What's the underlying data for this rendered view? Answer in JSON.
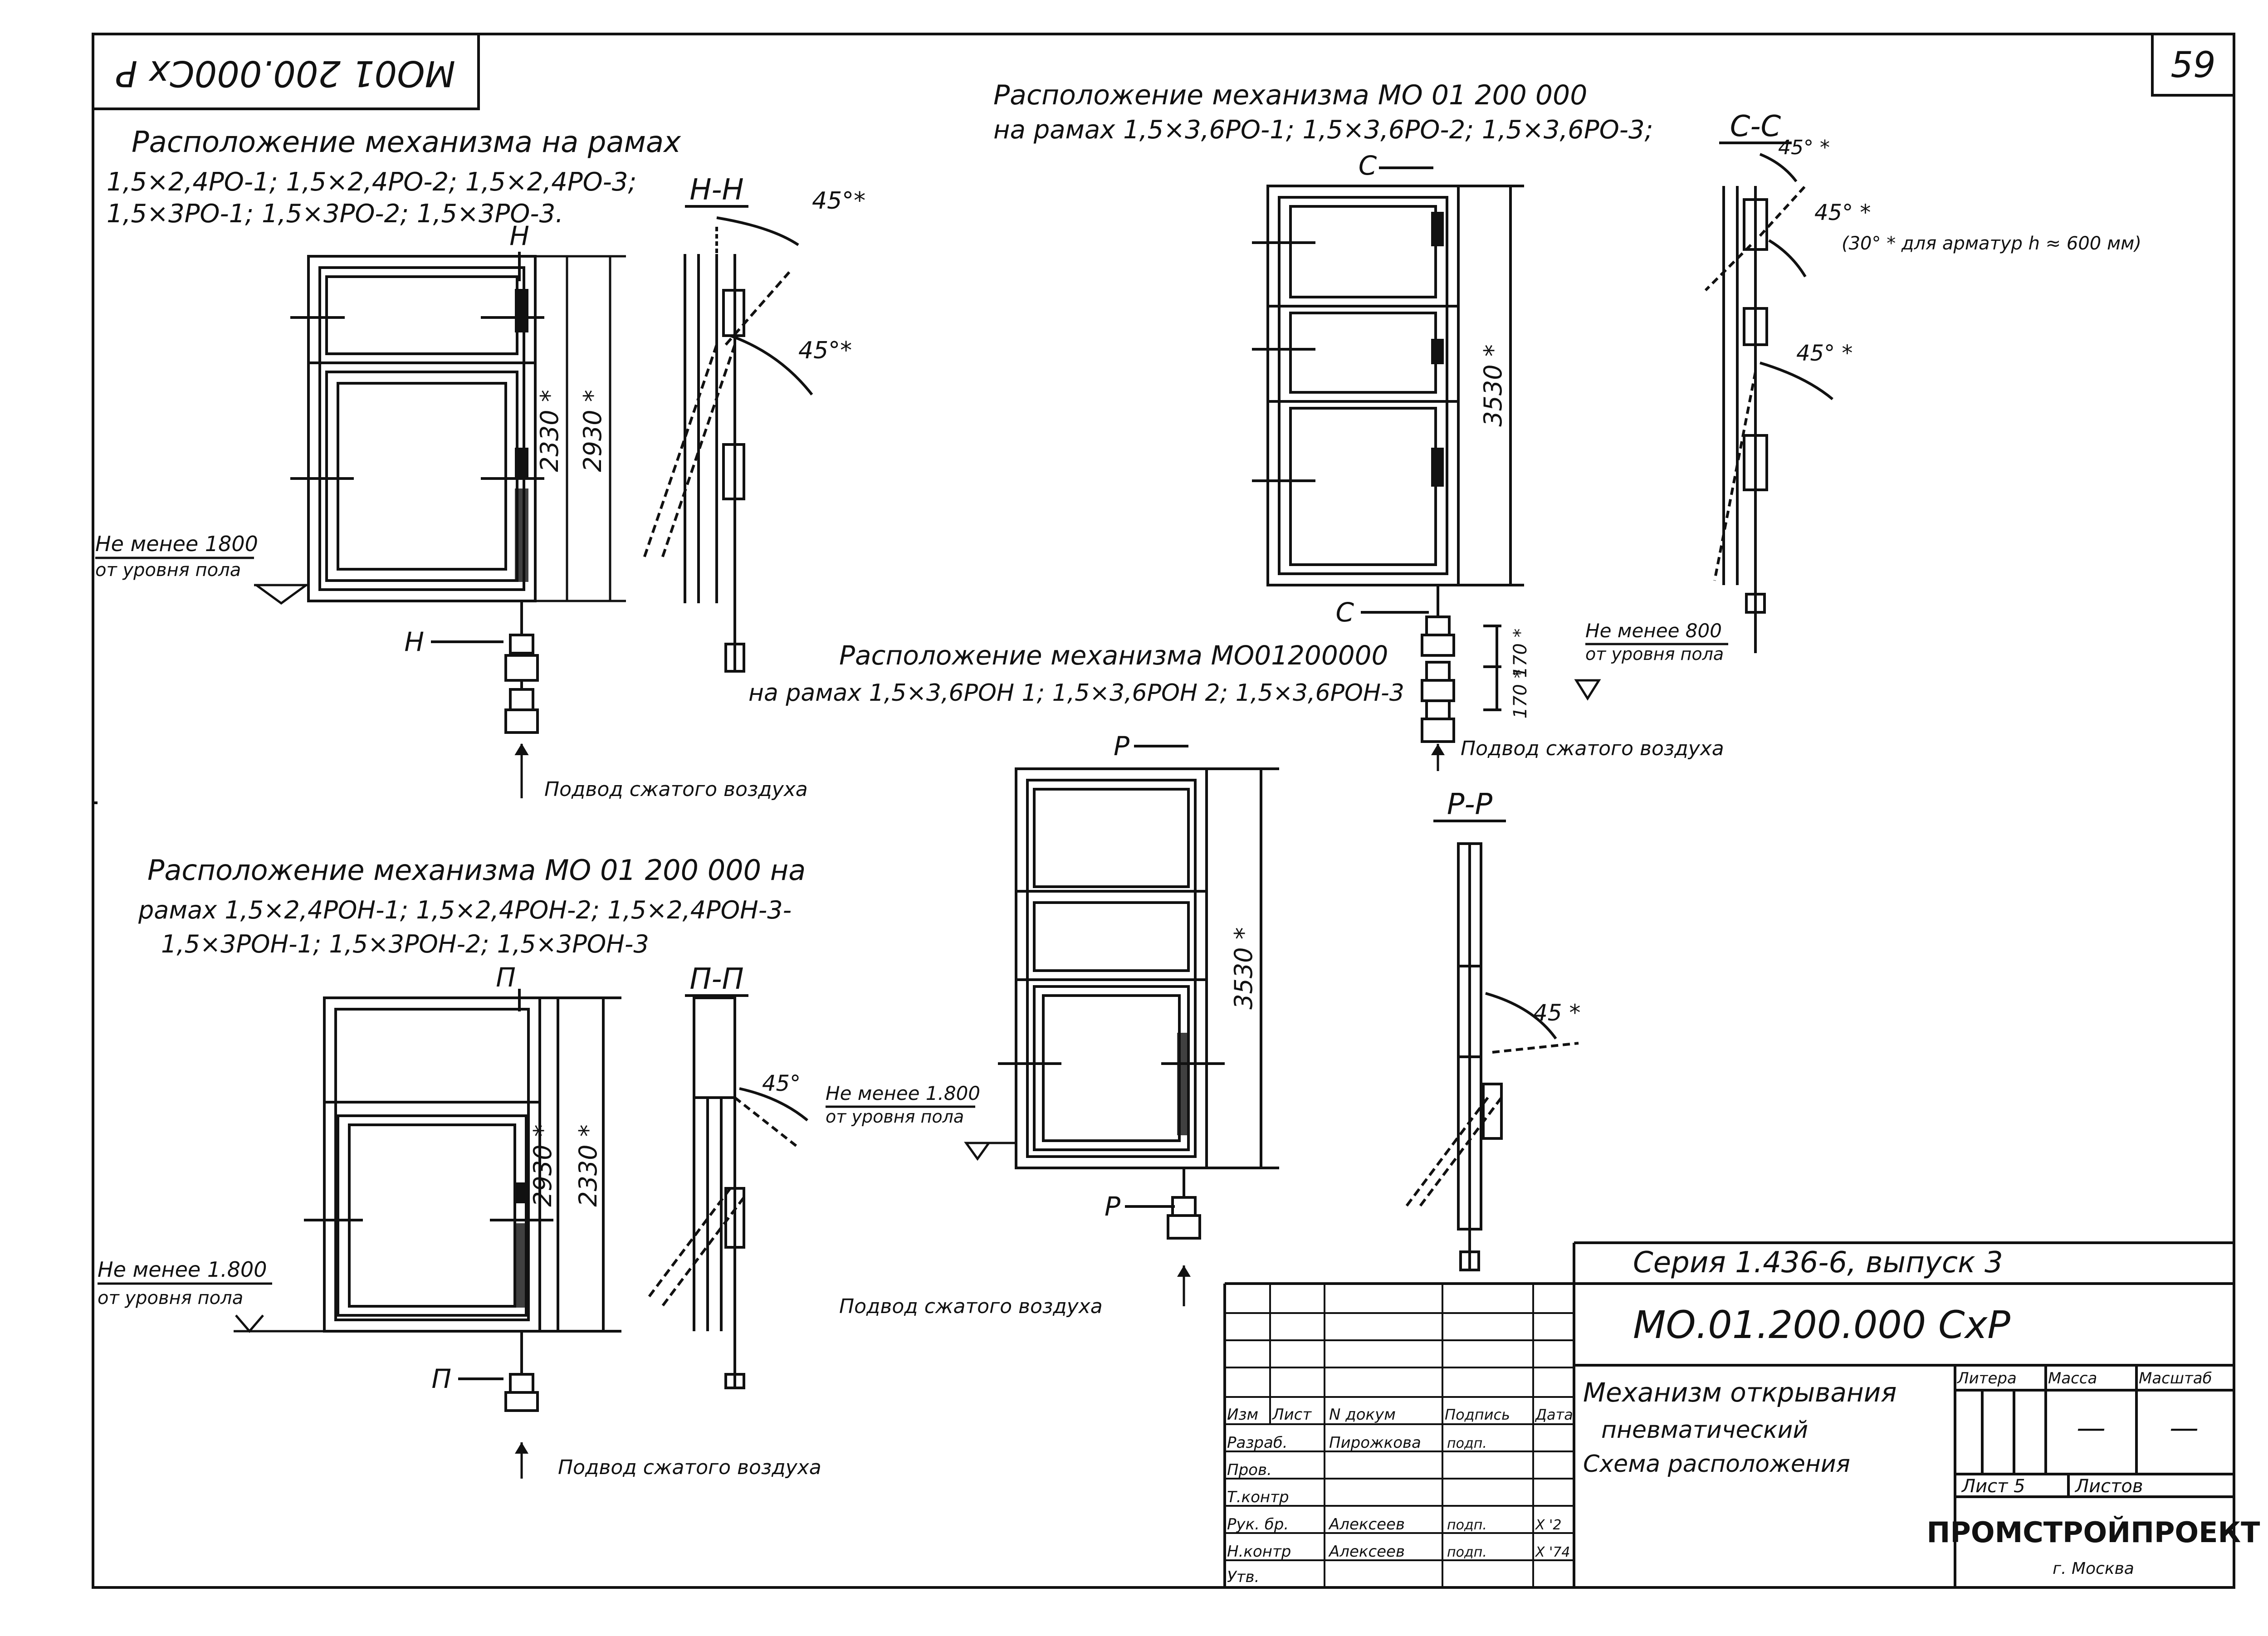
{
  "corner_stamp": "MO01 200.000Cx P",
  "sheet_number": "59",
  "sections": {
    "top_left": {
      "title_line1": "Расположение механизма на рамах",
      "title_line2": "1,5×2,4РО-1; 1,5×2,4РО-2; 1,5×2,4РО-3;",
      "title_line3": "1,5×3РО-1; 1,5×3РО-2; 1,5×3РО-3.",
      "section_mark": "Н",
      "section_title": "Н-Н",
      "dim_inner": "2330 *",
      "dim_outer": "2930 *",
      "angle_top": "45°*",
      "angle_mid": "45°*",
      "floor_note_1": "Не менее 1800",
      "floor_note_2": "от уровня пола",
      "air_supply": "Подвод сжатого воздуха"
    },
    "top_right": {
      "title_line1": "Расположение механизма МО 01 200 000",
      "title_line2": "на рамах 1,5×3,6РО-1; 1,5×3,6РО-2; 1,5×3,6РО-3;",
      "section_mark": "С",
      "section_title": "С-С",
      "dim": "3530 *",
      "angle_1": "45° *",
      "angle_2": "45° *",
      "angle_2_note": "(30° * для арматур h ≈ 600 мм)",
      "angle_3": "45° *",
      "floor_note_1": "Не менее 800",
      "floor_note_2": "от уровня пола",
      "air_supply": "Подвод сжатого воздуха",
      "dim_170a": "170 *",
      "dim_170b": "170 *"
    },
    "middle": {
      "title_line1": "Расположение механизма МО01200000",
      "title_line2": "на рамах 1,5×3,6РОН 1; 1,5×3,6РОН 2; 1,5×3,6РОН-3",
      "section_mark": "Р",
      "section_title": "Р-Р",
      "dim": "3530 *",
      "angle": "45 *",
      "floor_note_1": "Не менее 1.800",
      "floor_note_2": "от уровня пола",
      "air_supply": "Подвод сжатого воздуха"
    },
    "bottom_left": {
      "title_line1": "Расположение механизма МО 01 200 000 на",
      "title_line2": "рамах 1,5×2,4РОН-1; 1,5×2,4РОН-2; 1,5×2,4РОН-3-",
      "title_line3": "1,5×3РОН-1; 1,5×3РОН-2; 1,5×3РОН-3",
      "section_mark": "П",
      "section_title": "П-П",
      "dim_inner": "2930 *",
      "dim_outer": "2330 *",
      "angle": "45°",
      "floor_note_1": "Не менее 1.800",
      "floor_note_2": "от уровня пола",
      "air_supply": "Подвод сжатого воздуха"
    }
  },
  "title_block": {
    "series": "Серия 1.436-6, выпуск 3",
    "designation": "МО.01.200.000 СхР",
    "name_line1": "Механизм открывания",
    "name_line2": "пневматический",
    "name_line3": "Схема расположения",
    "col_headers": [
      "Изм",
      "Лист",
      "N докум",
      "Подпись",
      "Дата"
    ],
    "rows": [
      {
        "role": "Разраб.",
        "name": "Пирожкова",
        "sign": "подп.",
        "date": ""
      },
      {
        "role": "Пров.",
        "name": "",
        "sign": "",
        "date": ""
      },
      {
        "role": "Т.контр",
        "name": "",
        "sign": "",
        "date": ""
      },
      {
        "role": "Рук. бр.",
        "name": "Алексеев",
        "sign": "подп.",
        "date": "X '2"
      },
      {
        "role": "Н.контр",
        "name": "Алексеев",
        "sign": "подп.",
        "date": "X '74"
      },
      {
        "role": "Утв.",
        "name": "",
        "sign": "",
        "date": ""
      }
    ],
    "litera_label": "Литера",
    "mass_label": "Масса",
    "scale_label": "Масштаб",
    "mass_value": "—",
    "scale_value": "—",
    "sheet_label": "Лист 5",
    "sheets_label": "Листов",
    "org": "ПРОМСТРОЙПРОЕКТ",
    "city": "г. Москва"
  }
}
